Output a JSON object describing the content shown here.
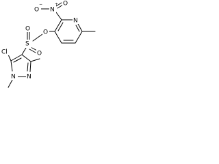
{
  "molecule": {
    "atoms": {
      "nitro_o_plus": "O",
      "nitro_o_minus_charge": "−",
      "nitro_n": "N",
      "nitro_n_charge": "+",
      "ester_o": "O",
      "pyridine_n": "N",
      "sulfonyl_o_top": "O",
      "sulfonyl_o_bottom": "O",
      "sulfur": "S",
      "chloro": "Cl",
      "pyrazole_n1": "N",
      "pyrazole_n2": "N"
    }
  }
}
